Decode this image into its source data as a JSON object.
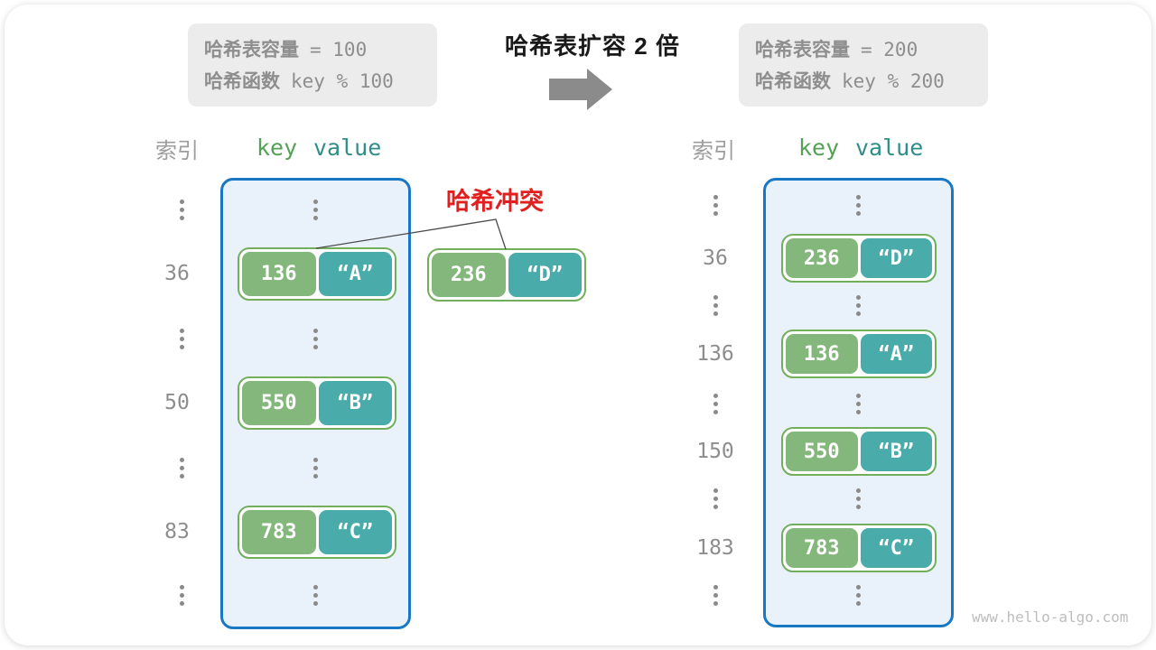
{
  "top": {
    "before_box": {
      "label1": "哈希表容量",
      "code1": "= 100",
      "label2": "哈希函数",
      "code2": "key % 100"
    },
    "title": "哈希表扩容 2 倍",
    "after_box": {
      "label1": "哈希表容量",
      "code1": "= 200",
      "label2": "哈希函数",
      "code2": "key % 200"
    }
  },
  "collision": {
    "label": "哈希冲突",
    "entry": {
      "key": "236",
      "value": "“D”"
    }
  },
  "left_table": {
    "index_header": "索引",
    "key_header": "key",
    "value_header": "value",
    "entries": [
      {
        "index": "36",
        "key": "136",
        "value": "“A”"
      },
      {
        "index": "50",
        "key": "550",
        "value": "“B”"
      },
      {
        "index": "83",
        "key": "783",
        "value": "“C”"
      }
    ]
  },
  "right_table": {
    "index_header": "索引",
    "key_header": "key",
    "value_header": "value",
    "entries": [
      {
        "index": "36",
        "key": "236",
        "value": "“D”"
      },
      {
        "index": "136",
        "key": "136",
        "value": "“A”"
      },
      {
        "index": "150",
        "key": "550",
        "value": "“B”"
      },
      {
        "index": "183",
        "key": "783",
        "value": "“C”"
      }
    ]
  },
  "watermark": "www.hello-algo.com",
  "icons": {
    "vertical_ellipsis": "⋮",
    "arrow_right": "➔"
  },
  "colors": {
    "bucket_fill": "#e9f2fb",
    "bucket_border": "#1878c4",
    "key_fill": "#84b77b",
    "value_fill": "#49abaa",
    "pair_border": "#72ae5c",
    "collision_red": "#e11f1f",
    "muted_gray": "#8d8d8d",
    "key_header_green": "#55a158",
    "value_header_teal": "#2f8e87",
    "infobox_bg": "#ececec"
  }
}
